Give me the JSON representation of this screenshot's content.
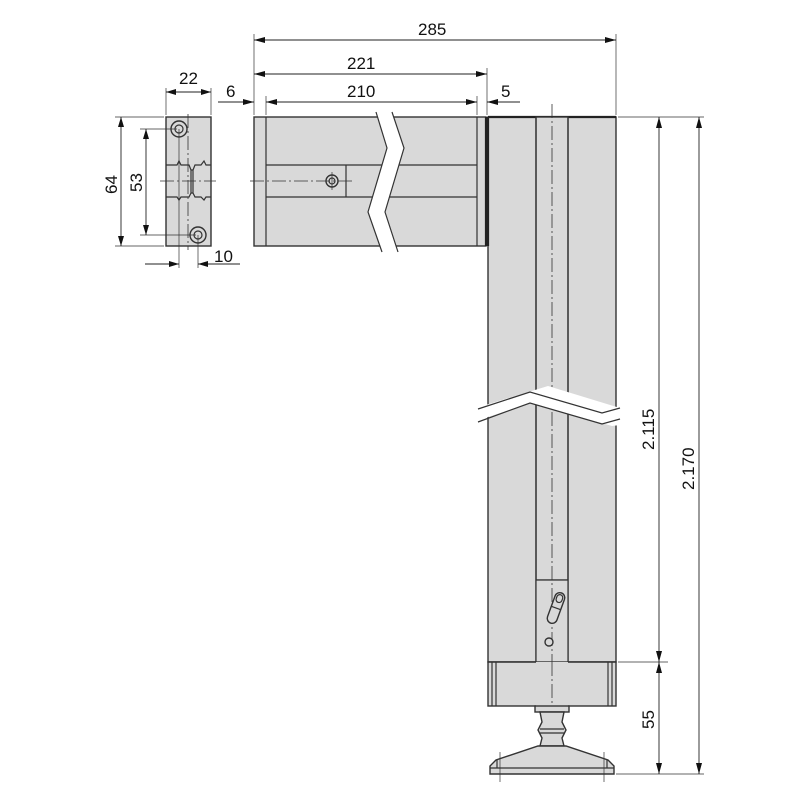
{
  "drawing": {
    "type": "technical-drawing",
    "colors": {
      "part_fill": "#d9d9d9",
      "line": "#333333",
      "background": "#ffffff"
    },
    "views": {
      "bracket_front": {
        "dimensions": {
          "width": "22",
          "height": "64",
          "hole_spacing": "53",
          "hole_offset": "10"
        }
      },
      "top_arm": {
        "dimensions": {
          "overall_width": "285",
          "arm_length": "221",
          "inner_length": "210",
          "left_offset": "6",
          "right_gap": "5"
        }
      },
      "vertical_post": {
        "dimensions": {
          "post_height": "2.115",
          "overall_height": "2.170",
          "foot_height": "55"
        }
      }
    }
  }
}
